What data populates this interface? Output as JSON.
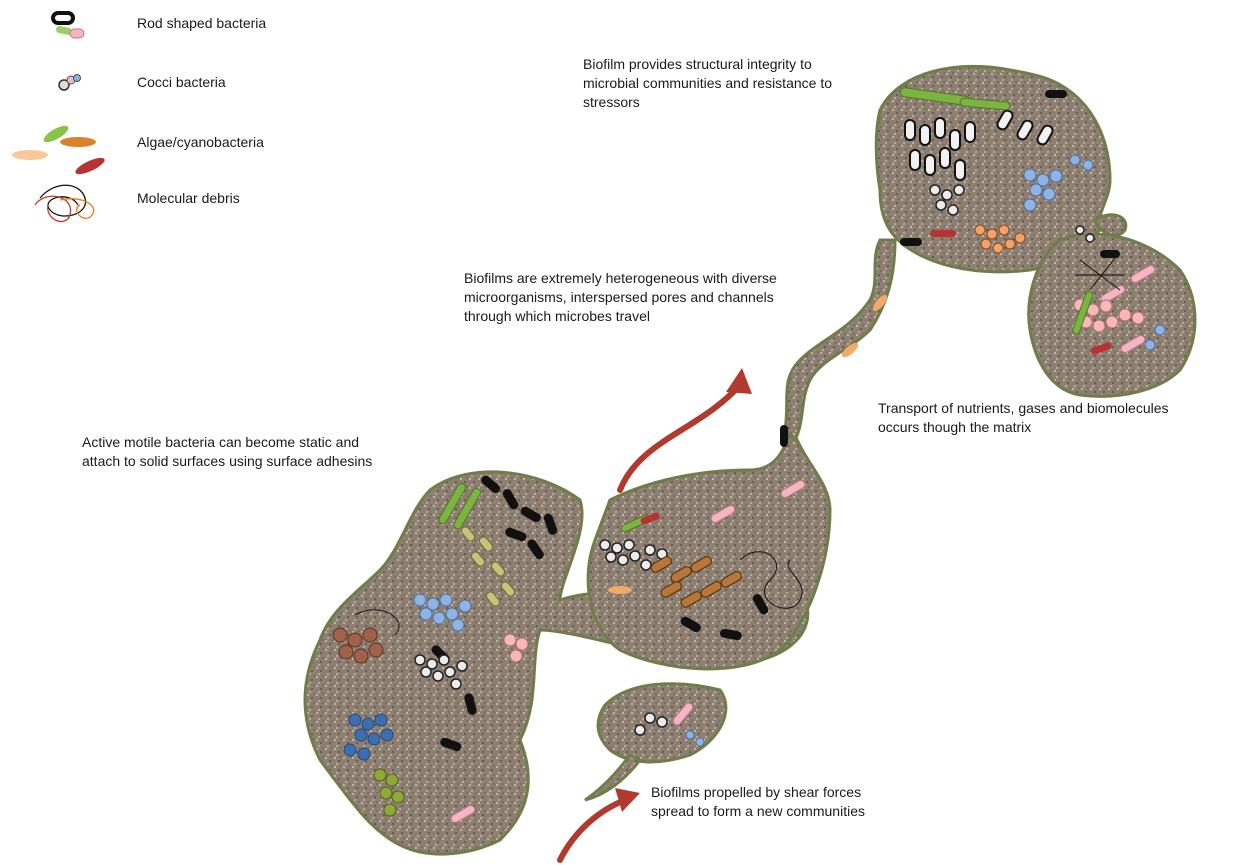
{
  "legend": {
    "items": [
      {
        "id": "rod",
        "label": "Rod  shaped bacteria",
        "icon": "rod-bacteria-icon"
      },
      {
        "id": "cocci",
        "label": "Cocci bacteria",
        "icon": "cocci-bacteria-icon"
      },
      {
        "id": "algae",
        "label": "Algae/cyanobacteria",
        "icon": "algae-icon"
      },
      {
        "id": "debris",
        "label": "Molecular debris",
        "icon": "molecular-debris-icon"
      }
    ]
  },
  "annotations": {
    "structural": "Biofilm provides structural integrity to\nmicrobial communities and resistance to\nstressors",
    "heterogeneous": "Biofilms are extremely heterogeneous with diverse\nmicroorganisms, interspersed pores and channels\nthrough which microbes travel",
    "transport": "Transport of nutrients, gases and biomolecules\noccurs though the matrix",
    "motile": "Active motile bacteria can become static and\nattach to solid surfaces using surface adhesins",
    "shear": "Biofilms propelled by shear forces\nspread to form a new communities"
  },
  "colors": {
    "matrix": "#8c7b6a",
    "matrix_edge": "#6f7d4a",
    "arrow": "#b03a2e",
    "rod_black": "#111111",
    "rod_pink": "#f2a6b0",
    "cocci_blue": "#8fb4e3",
    "cocci_white": "#e8e8e8",
    "algae_green": "#7cb342",
    "algae_orange": "#d9822b",
    "debris_red": "#b83232"
  }
}
